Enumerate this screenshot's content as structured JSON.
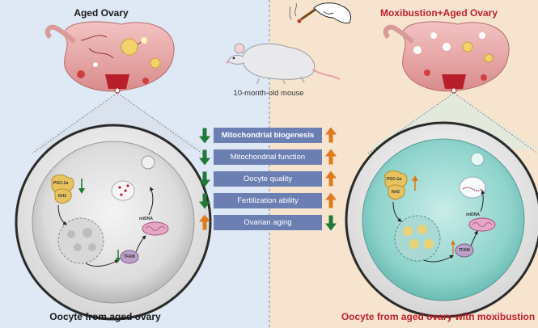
{
  "left_panel": {
    "title": "Aged Ovary",
    "bottom_caption": "Oocyte from aged ovary",
    "cell_labels": {
      "pgc1a": "PGC-1α",
      "nrf2": "Nrf2",
      "mtdna": "mtDNA",
      "tfam": "TFAM"
    }
  },
  "right_panel": {
    "title": "Moxibustion+Aged Ovary",
    "bottom_caption": "Oocyte from aged ovary with moxibustion",
    "cell_labels": {
      "pgc1a": "PGC-1α",
      "nrf2": "Nrf2",
      "mtdna": "mtDNA",
      "tfam": "TFAM"
    }
  },
  "center": {
    "mouse_caption": "10-month-old mouse",
    "rows": [
      {
        "label": "Mitochondrial biogenesis",
        "left": "down",
        "right": "up"
      },
      {
        "label": "Mitochondrial function",
        "left": "down",
        "right": "up"
      },
      {
        "label": "Oocyte quality",
        "left": "down",
        "right": "up"
      },
      {
        "label": "Fertilization ability",
        "left": "down",
        "right": "up"
      },
      {
        "label": "Ovarian aging",
        "left": "up",
        "right": "down"
      }
    ]
  },
  "colors": {
    "left_background": "#dfe8f5",
    "right_background": "#f7e4cf",
    "row_fill": "#6b7fb3",
    "arrow_down_green": "#1f7a3a",
    "arrow_up_orange": "#e07a1f",
    "right_title_red": "#c0202a",
    "left_title": "#1a1a1a"
  }
}
